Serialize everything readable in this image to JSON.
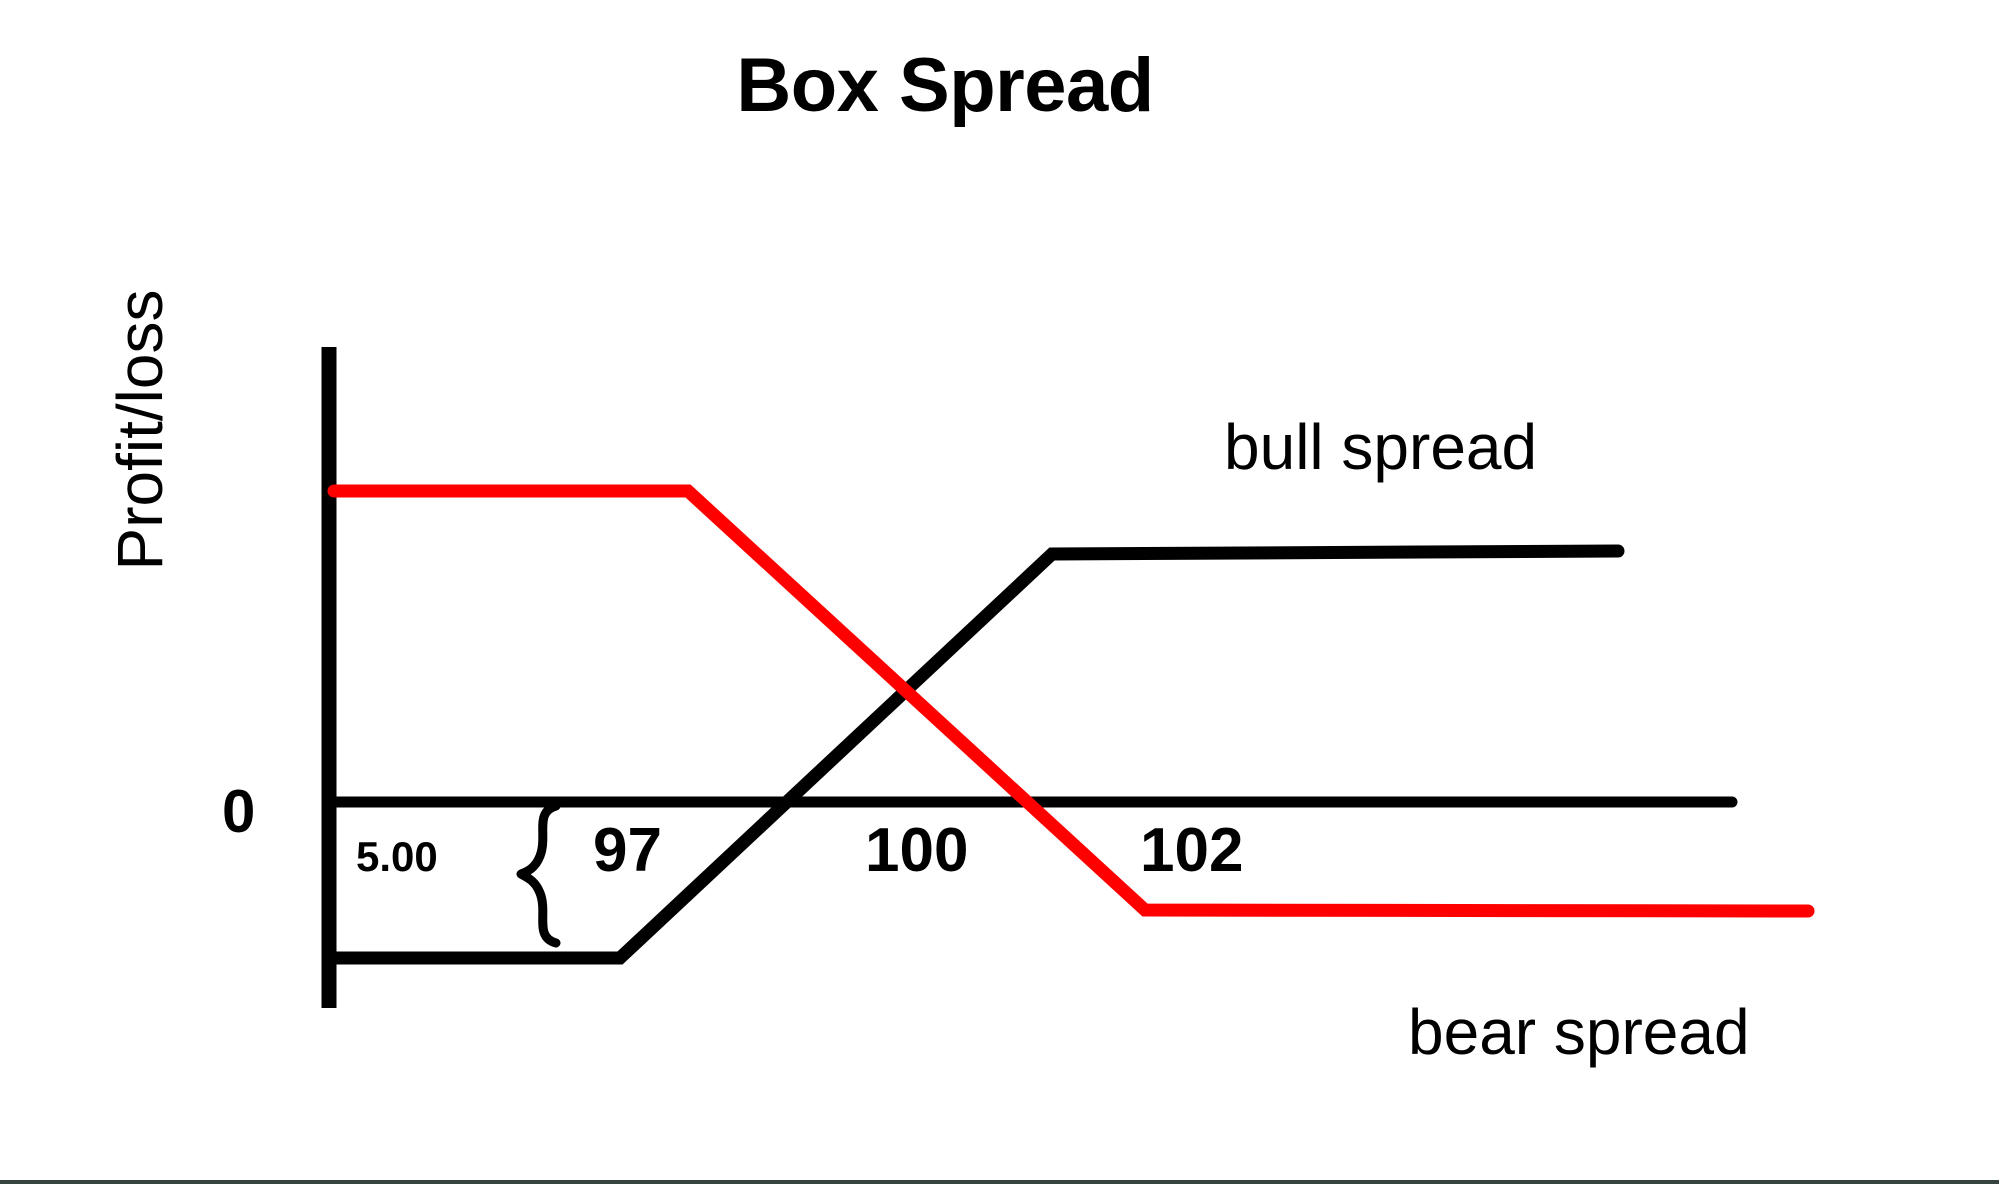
{
  "title": "Box Spread",
  "axis": {
    "ylabel": "Profit/loss",
    "zero_label": "0"
  },
  "annotations": {
    "spread_width": "5.00",
    "brace": "{",
    "strike_low": "97",
    "strike_mid": "100",
    "strike_high": "102"
  },
  "legend": {
    "bull": "bull spread",
    "bear": "bear spread"
  },
  "colors": {
    "bull_line": "#000000",
    "bear_line": "#FF0000",
    "axis": "#000000",
    "background": "#FFFFFF",
    "footer_rule": "#36443F"
  },
  "chart_data": {
    "type": "line",
    "title": "Box Spread",
    "xlabel": "",
    "ylabel": "Profit/loss",
    "grid": false,
    "legend_position": "inline-annotation",
    "xlim": [
      95.0,
      106.5
    ],
    "ylim": [
      -3.0,
      4.2
    ],
    "xticks": [
      97,
      100,
      102
    ],
    "xtick_labels": [
      "97",
      "100",
      "102"
    ],
    "yticks": [
      0
    ],
    "ytick_labels": [
      "0"
    ],
    "annotations": [
      {
        "text": "5.00",
        "type": "brace-measure",
        "describes": "vertical distance between the zero line and the bull spread maximum loss",
        "value": 5.0
      }
    ],
    "series": [
      {
        "name": "bull spread",
        "color": "#000000",
        "label_position": "upper-right",
        "points": [
          {
            "x": 95.0,
            "y": -1.7
          },
          {
            "x": 97.0,
            "y": -1.7
          },
          {
            "x": 100.0,
            "y": 1.75
          },
          {
            "x": 104.0,
            "y": 1.75
          }
        ]
      },
      {
        "name": "bear spread",
        "color": "#FF0000",
        "label_position": "lower-right",
        "points": [
          {
            "x": 95.0,
            "y": 2.4
          },
          {
            "x": 97.5,
            "y": 2.4
          },
          {
            "x": 100.7,
            "y": -1.0
          },
          {
            "x": 105.4,
            "y": -1.0
          }
        ]
      },
      {
        "name": "zero line",
        "color": "#000000",
        "points": [
          {
            "x": 95.0,
            "y": 0
          },
          {
            "x": 104.8,
            "y": 0
          }
        ]
      }
    ]
  }
}
